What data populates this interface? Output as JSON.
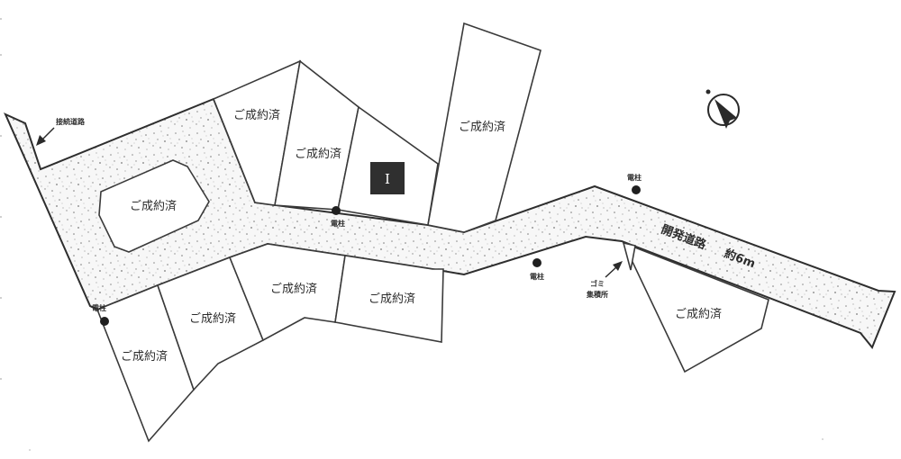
{
  "plan": {
    "type": "subdivision-site-plan",
    "lots": [
      {
        "id": "lot-north-1",
        "label": "ご成約済",
        "status": "sold"
      },
      {
        "id": "lot-north-2",
        "label": "ご成約済",
        "status": "sold"
      },
      {
        "id": "lot-north-4",
        "label": "ご成約済",
        "status": "sold"
      },
      {
        "id": "lot-island",
        "label": "ご成約済",
        "status": "sold"
      },
      {
        "id": "lot-south-1",
        "label": "ご成約済",
        "status": "sold"
      },
      {
        "id": "lot-south-2",
        "label": "ご成約済",
        "status": "sold"
      },
      {
        "id": "lot-south-3",
        "label": "ご成約済",
        "status": "sold"
      },
      {
        "id": "lot-south-4",
        "label": "ご成約済",
        "status": "sold"
      },
      {
        "id": "lot-east",
        "label": "ご成約済",
        "status": "sold"
      }
    ],
    "available_lot": {
      "label": "I",
      "status": "available"
    },
    "road": {
      "label": "開発道路",
      "width_label": "約6m"
    },
    "annotations": {
      "existing_road": "接続道路",
      "garbage": "ゴミ\n集積所",
      "garbage_line1": "ゴミ",
      "garbage_line2": "集積所"
    },
    "utility_poles": [
      {
        "label": "電柱"
      },
      {
        "label": "電柱"
      },
      {
        "label": "電柱"
      },
      {
        "label": "電柱"
      }
    ],
    "compass": {
      "icon": "north-arrow-icon"
    },
    "colors": {
      "line": "#3a3a3a",
      "road_fill": "#f2f2f2",
      "marker": "#2f2f2f"
    }
  }
}
